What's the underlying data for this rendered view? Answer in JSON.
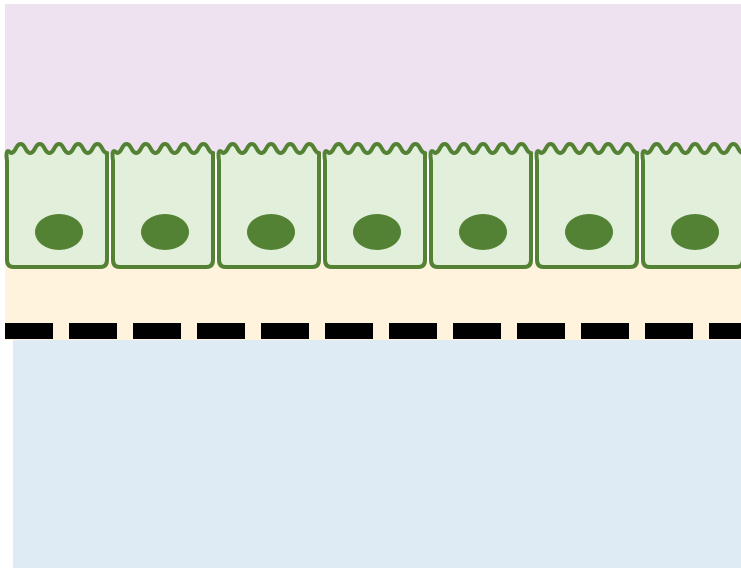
{
  "diagram": {
    "lumen_color": "#EFE2F0",
    "connective_color": "#FFF3DD",
    "blood_color": "#DFEBF4",
    "cell_fill": "#E2F0DB",
    "cell_stroke": "#548235",
    "nucleus_color": "#548235",
    "membrane_color": "#000000",
    "cell_count": 7,
    "membrane_dash_count": 12,
    "microvilli_per_cell": 5
  }
}
